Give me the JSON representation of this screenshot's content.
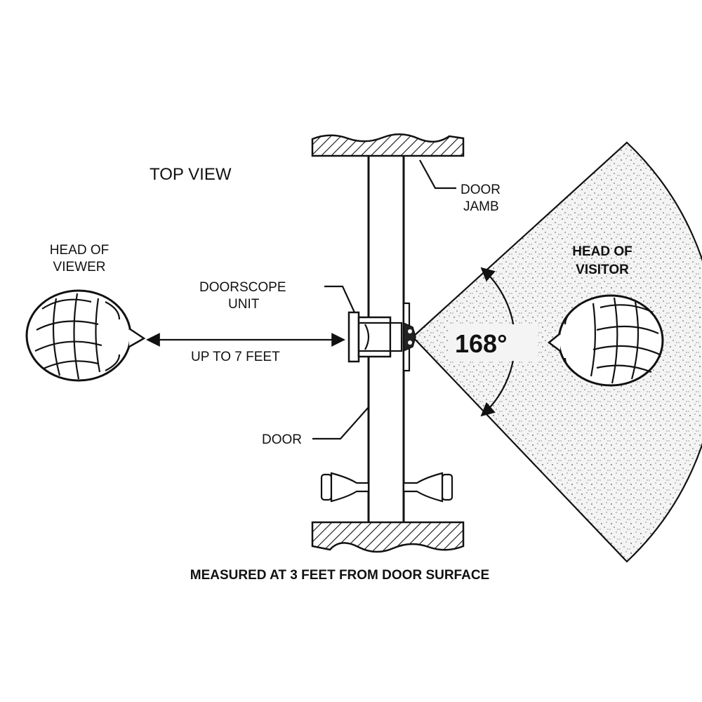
{
  "title": "TOP VIEW",
  "labels": {
    "head_of_viewer_line1": "HEAD OF",
    "head_of_viewer_line2": "VIEWER",
    "head_of_visitor_line1": "HEAD OF",
    "head_of_visitor_line2": "VISITOR",
    "door_jamb_line1": "DOOR",
    "door_jamb_line2": "JAMB",
    "doorscope_line1": "DOORSCOPE",
    "doorscope_line2": "UNIT",
    "distance": "UP TO 7 FEET",
    "door": "DOOR",
    "angle": "168°",
    "footer": "MEASURED AT 3 FEET FROM DOOR SURFACE"
  },
  "colors": {
    "ink": "#111111",
    "background": "#ffffff",
    "field_of_view_fill": "#f2f2f2"
  },
  "icons": [
    "viewer-head-icon",
    "visitor-head-icon",
    "doorscope-lens-icon",
    "door-knob-icon"
  ]
}
